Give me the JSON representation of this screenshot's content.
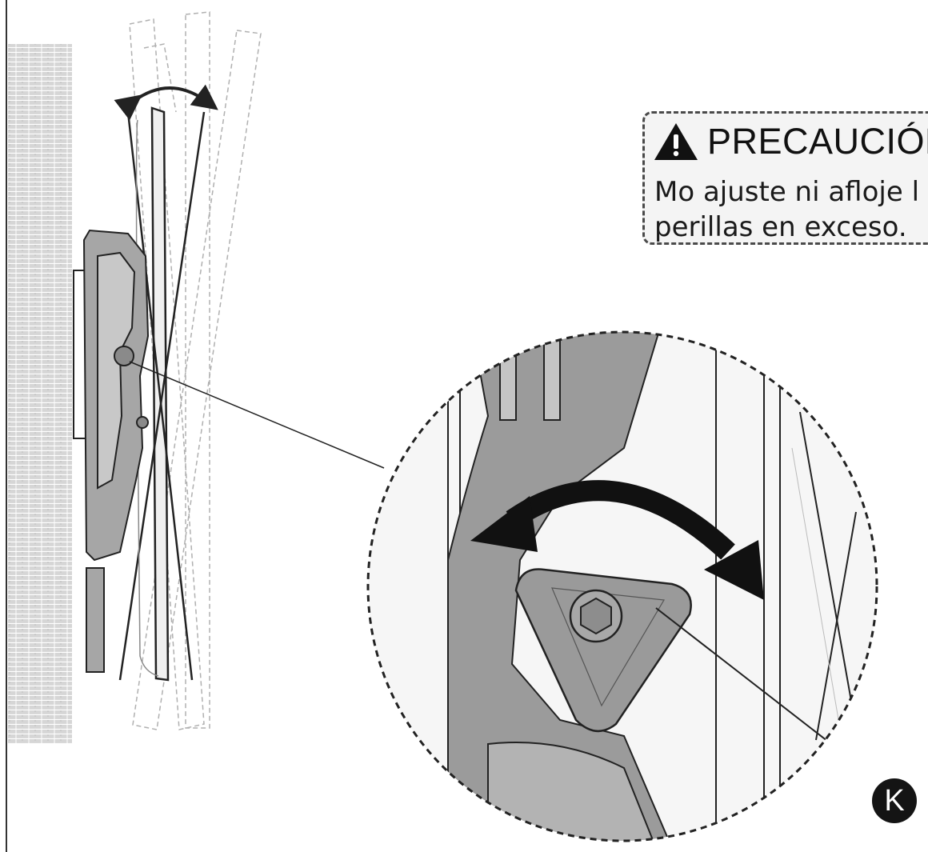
{
  "caution": {
    "title": "PRECAUCIÓN",
    "line1": "Mo ajuste ni afloje l",
    "line2": "perillas en exceso.",
    "icon": "warning-triangle-icon"
  },
  "callout": {
    "label": "K"
  },
  "colors": {
    "panel_bg": "#f4f4f4",
    "border": "#4a4a4a",
    "part_gray": "#9a9a9a",
    "dark": "#141414"
  }
}
